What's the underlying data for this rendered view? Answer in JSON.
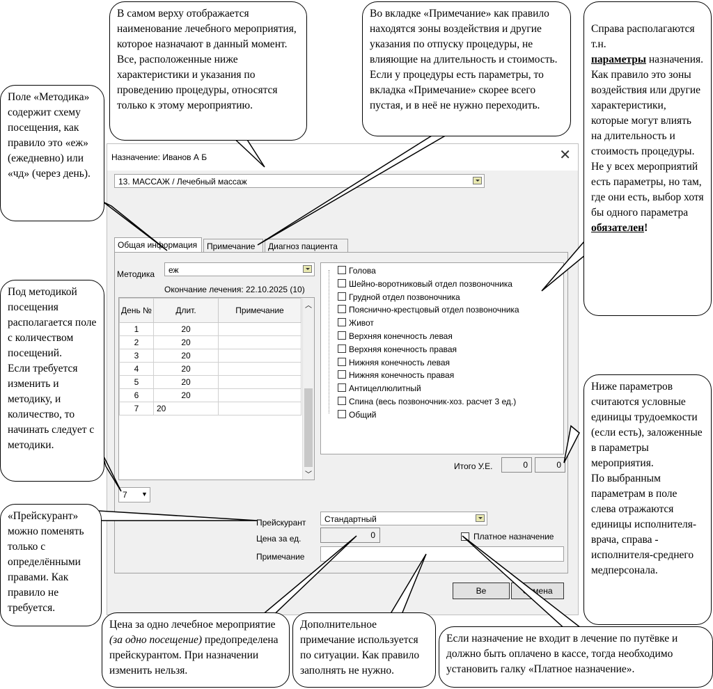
{
  "dialog": {
    "title": "Назначение: Иванов А Б",
    "close_glyph": "✕",
    "procedure": "13. МАССАЖ / Лечебный массаж"
  },
  "tabs": [
    "Общая информация",
    "Примечание",
    "Диагноз пациента"
  ],
  "metodika": {
    "label": "Методика",
    "value": "еж"
  },
  "end_of_treatment": "Окончание лечения: 22.10.2025 (10)",
  "grid": {
    "headers": [
      "День №",
      "Длит.",
      "Примечание"
    ],
    "rows": [
      {
        "day": "1",
        "dur": "20",
        "note": ""
      },
      {
        "day": "2",
        "dur": "20",
        "note": ""
      },
      {
        "day": "3",
        "dur": "20",
        "note": ""
      },
      {
        "day": "4",
        "dur": "20",
        "note": ""
      },
      {
        "day": "5",
        "dur": "20",
        "note": ""
      },
      {
        "day": "6",
        "dur": "20",
        "note": ""
      },
      {
        "day": "7",
        "dur": "20",
        "note": ""
      }
    ]
  },
  "count_select": "7",
  "params": [
    "Голова",
    "Шейно-воротниковый отдел позвоночника",
    "Грудной отдел позвоночника",
    "Пояснично-крестцовый отдел позвоночника",
    "Живот",
    "Верхняя конечность левая",
    "Верхняя конечность правая",
    "Нижняя конечность левая",
    "Нижняя конечность правая",
    "Антицеллюлитный",
    "Спина (весь позвоночник-хоз. расчет 3 ед.)",
    "Общий"
  ],
  "itogo": {
    "label": "Итого У.Е.",
    "v1": "0",
    "v2": "0"
  },
  "price_list": {
    "label": "Прейскурант",
    "value": "Стандартный"
  },
  "price": {
    "label": "Цена за ед.",
    "value": "0"
  },
  "paid": {
    "label": "Платное назначение"
  },
  "note": {
    "label": "Примечание",
    "value": ""
  },
  "buttons": {
    "ok": "Ве",
    "cancel": "Отмена"
  },
  "callouts": {
    "top_center": "В самом верху отображается наименование лечебного мероприятия, которое назначают в данный момент. Все, расположенные ниже характеристики и указания по проведению процедуры, относятся только к этому мероприятию.",
    "top_right_center": "Во вкладке «Примечание» как правило находятся зоны воздействия и другие указания по отпуску процедуры, не влияющие на длительность и стоимость.\nЕсли у процедуры есть параметры, то вкладка «Примечание» скорее всего пустая, и в неё не нужно переходить.",
    "right_top_a": "Справа располагаются т.н.",
    "right_top_b": "параметры",
    "right_top_c": "назначения.\nКак правило это зоны воздействия или другие характеристики, которые могут влиять на длительность и стоимость процедуры.\nНе у всех мероприятий есть параметры, но там, где они есть, выбор хотя бы одного параметра",
    "right_top_d": "обязателен",
    "right_top_e": "!",
    "left_top": "Поле «Методика» содержит схему посещения, как правило это «еж» (ежедневно) или «чд» (через день).",
    "left_mid": "Под методикой посещения располагается поле с количеством посещений.\nЕсли требуется изменить и методику, и количество, то начинать следует с методики.",
    "left_bottom": "«Прейскурант» можно поменять только с определёнными правами. Как правило не требуется.",
    "right_mid": "Ниже параметров считаются условные единицы трудоемкости (если есть), заложенные в параметры мероприятия.\nПо выбранным параметрам в поле слева отражаются единицы исполнителя-врача, справа - исполнителя-среднего медперсонала.",
    "bottom_a_1": "Цена за одно лечебное мероприятие ",
    "bottom_a_2": "(за одно посещение)",
    "bottom_a_3": " предопределена прейскурантом. При назначении изменить нельзя.",
    "bottom_b": "Дополнительное примечание используется по ситуации. Как правило заполнять не нужно.",
    "bottom_c": "Если назначение не входит в лечение по путёвке и должно быть оплачено в кассе, тогда необходимо установить галку «Платное назначение»."
  }
}
